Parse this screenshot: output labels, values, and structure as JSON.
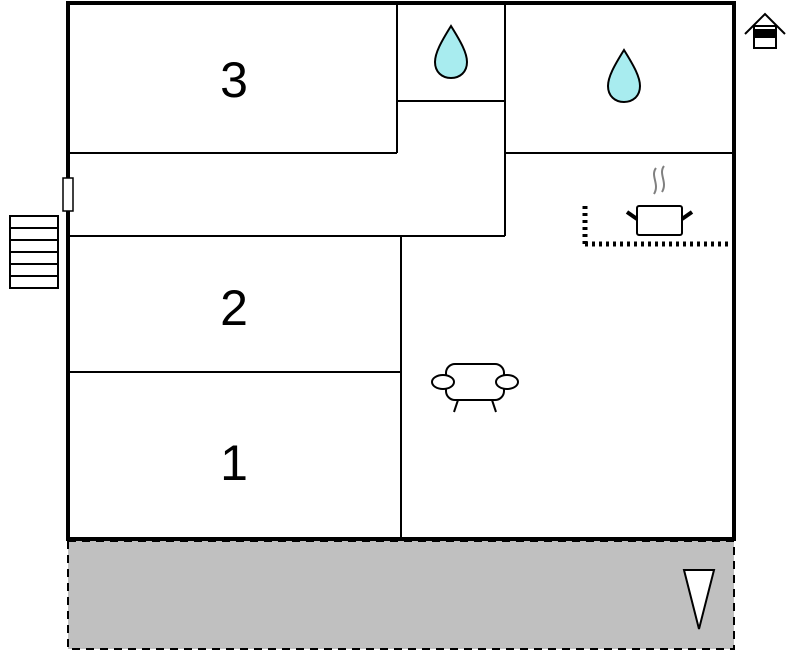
{
  "floorplan": {
    "rooms": [
      {
        "id": "bedroom-3",
        "label": "3"
      },
      {
        "id": "bedroom-2",
        "label": "2"
      },
      {
        "id": "bedroom-1",
        "label": "1"
      }
    ],
    "icons": {
      "bathroom_1": "water-drop-icon",
      "bathroom_2": "water-drop-icon",
      "kitchen": "cooking-pot-icon",
      "living_room": "sofa-icon",
      "entrance": "house-icon",
      "stairs": "stairs-icon",
      "north": "north-arrow-icon",
      "terrace": "terrace-area"
    },
    "colors": {
      "wall": "#000000",
      "water": "#a8ecef",
      "terrace": "#c0c0c0",
      "steam": "#808080"
    }
  }
}
